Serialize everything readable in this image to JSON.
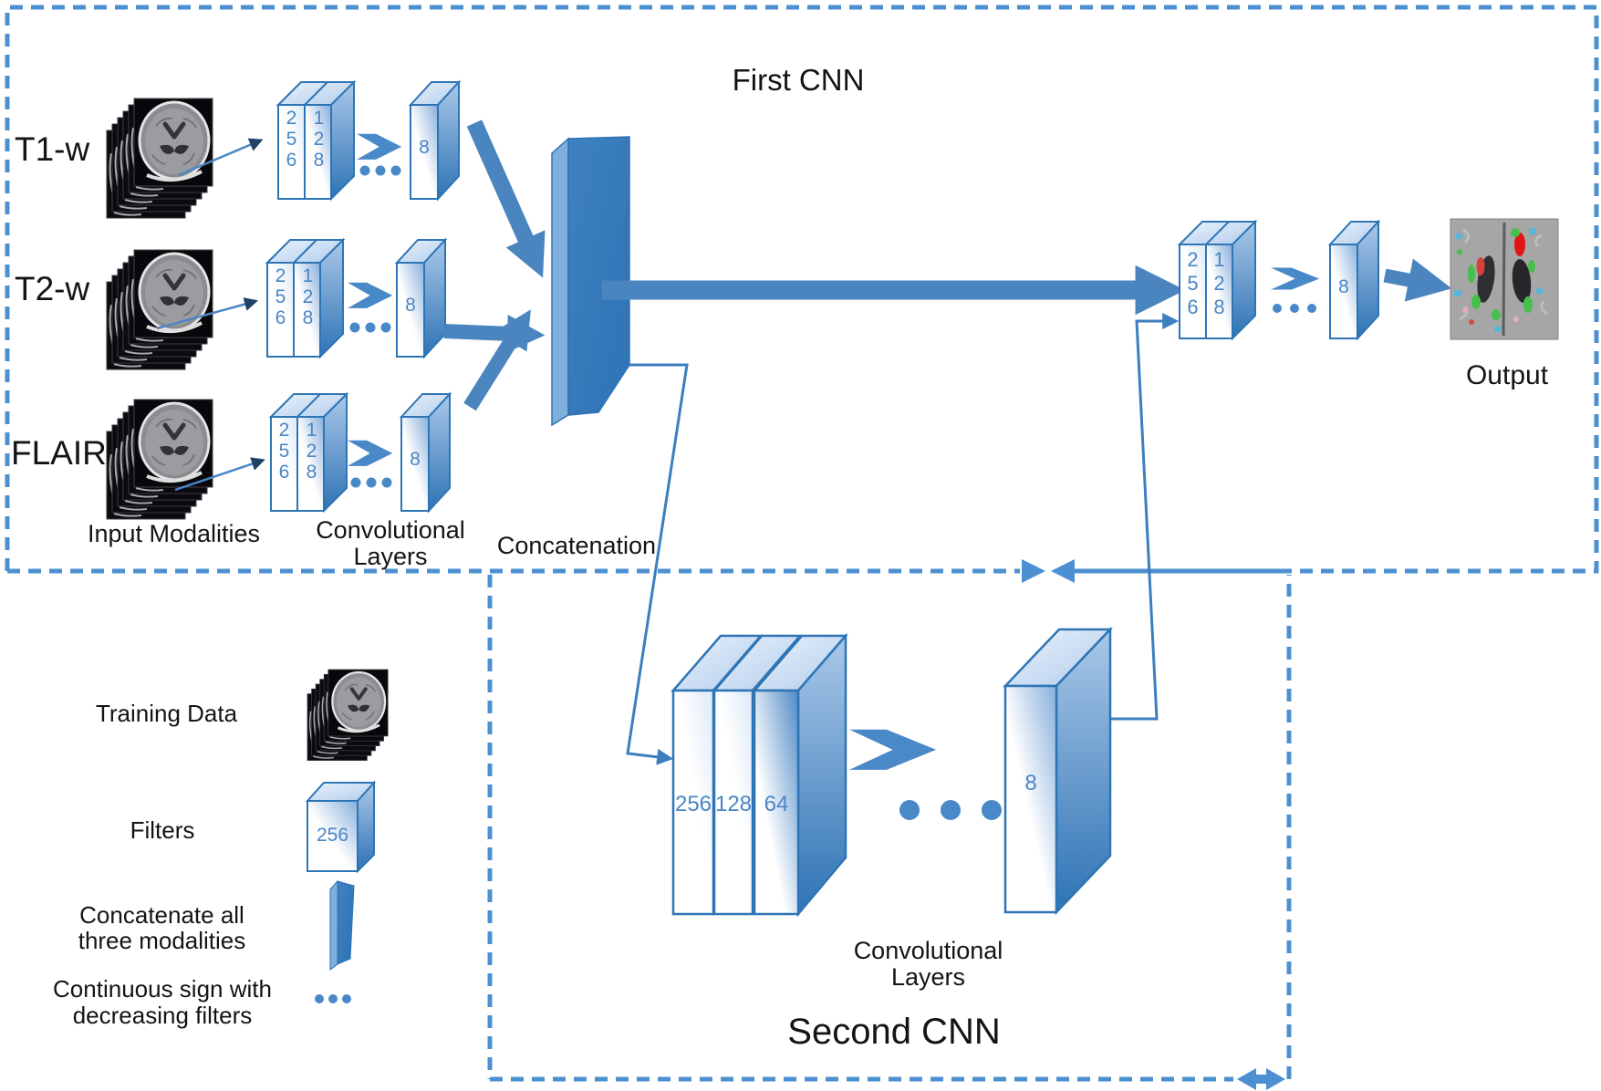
{
  "titles": {
    "first": "First CNN",
    "second": "Second CNN"
  },
  "rows": [
    {
      "label": "T1-w",
      "filters": [
        "256",
        "128"
      ],
      "last_filter": "8"
    },
    {
      "label": "T2-w",
      "filters": [
        "256",
        "128"
      ],
      "last_filter": "8"
    },
    {
      "label": "FLAIR",
      "filters": [
        "256",
        "128"
      ],
      "last_filter": "8"
    }
  ],
  "stages": {
    "input": "Input Modalities",
    "conv": [
      "Convolutional",
      "Layers"
    ],
    "concat": "Concatenation",
    "output": "Output"
  },
  "head": {
    "filters": [
      "256",
      "128"
    ],
    "last_filter": "8"
  },
  "second": {
    "filters": [
      "256",
      "128",
      "64"
    ],
    "last_filter": "8",
    "conv_label": [
      "Convolutional",
      "Layers"
    ]
  },
  "legend": {
    "training": "Training Data",
    "filters": "Filters",
    "filter_value": "256",
    "concat": [
      "Concatenate all",
      "three modalities"
    ],
    "continuous": [
      "Continuous sign with",
      "decreasing filters"
    ]
  },
  "colors": {
    "accent": "#4a85bf",
    "dashed_border": "#4d90d2",
    "box_outline": "#2e75b6",
    "digits": "#4a86c5",
    "text": "#141414"
  }
}
